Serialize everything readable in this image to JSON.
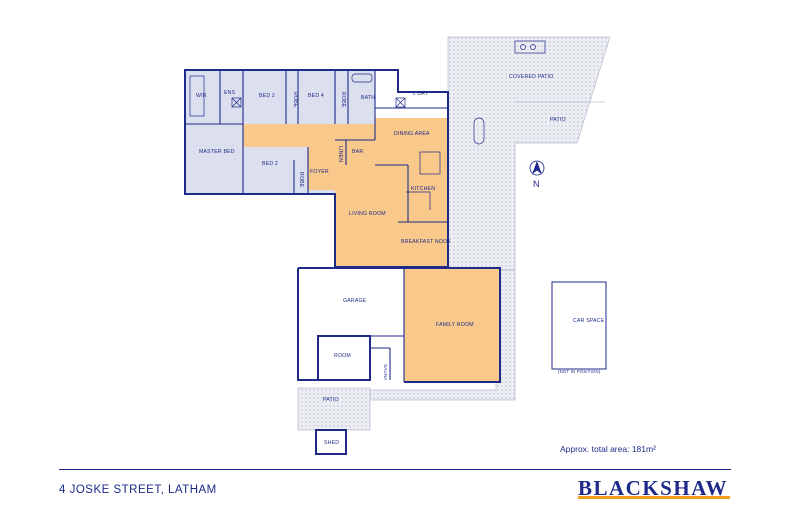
{
  "rooms": {
    "wir": "WIR",
    "ens": "ENS",
    "bed2_top": "BED 2",
    "robe1": "ROBE",
    "bed4": "BED 4",
    "robe2": "ROBE",
    "bath": "BATH",
    "ldry": "L'DRY",
    "covered_patio": "COVERED PATIO",
    "patio_right": "PATIO",
    "dining": "DINING AREA",
    "master": "MASTER BED",
    "bed2": "BED 2",
    "linen": "LINEN",
    "bar": "BAR",
    "robe3": "ROBE",
    "foyer": "FOYER",
    "kitchen": "KITCHEN",
    "living": "LIVING ROOM",
    "nook": "BREAKFAST NOOK",
    "garage": "GARAGE",
    "family": "FAMILY ROOM",
    "room": "ROOM",
    "sauna": "SAUNA",
    "car_space": "CAR SPACE",
    "not_in_position": "(NOT IN POSITION)",
    "patio_bottom": "PATIO",
    "shed": "SHED"
  },
  "compass": {
    "label": "N"
  },
  "footer": {
    "area_text": "Approx. total area: 181m²",
    "address": "4 JOSKE STREET, LATHAM",
    "brand": "BLACKSHAW"
  },
  "colors": {
    "ink": "#1e2a8a",
    "living_fill": "#f8c98a",
    "bedroom_fill": "#dcdfee",
    "paving": "#e8e9ef",
    "brand_accent": "#f39c1f"
  }
}
